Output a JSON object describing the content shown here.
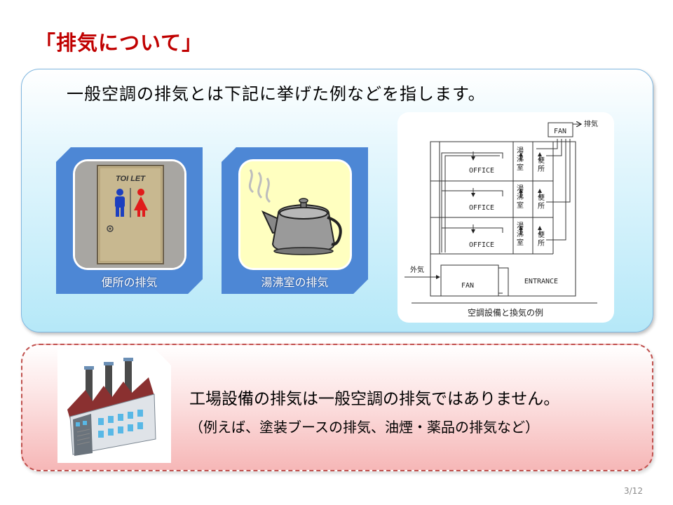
{
  "slide": {
    "title": "「排気について」",
    "page_number": "3/12"
  },
  "top_section": {
    "intro_text": "一般空調の排気とは下記に挙げた例などを指します。",
    "cards": [
      {
        "caption": "便所の排気",
        "sign_text": "TOI LET",
        "icon": "toilet-door-icon"
      },
      {
        "caption": "湯沸室の排気",
        "icon": "kettle-icon"
      }
    ],
    "diagram": {
      "caption": "空調設備と換気の例",
      "exhaust_label": "排気",
      "top_fan_label": "FAN",
      "office_label": "OFFICE",
      "kitchen_label_lines": [
        "湯",
        "沸",
        "室"
      ],
      "toilet_label_lines": [
        "便",
        "所"
      ],
      "outdoor_air_label": "外気",
      "main_fan_label": "FAN",
      "entrance_label": "ENTRANCE"
    }
  },
  "bottom_section": {
    "icon": "factory-icon",
    "main_text": "工場設備の排気は一般空調の排気ではありません。",
    "sub_text": "（例えば、塗装ブースの排気、油煙・薬品の排気など）"
  }
}
